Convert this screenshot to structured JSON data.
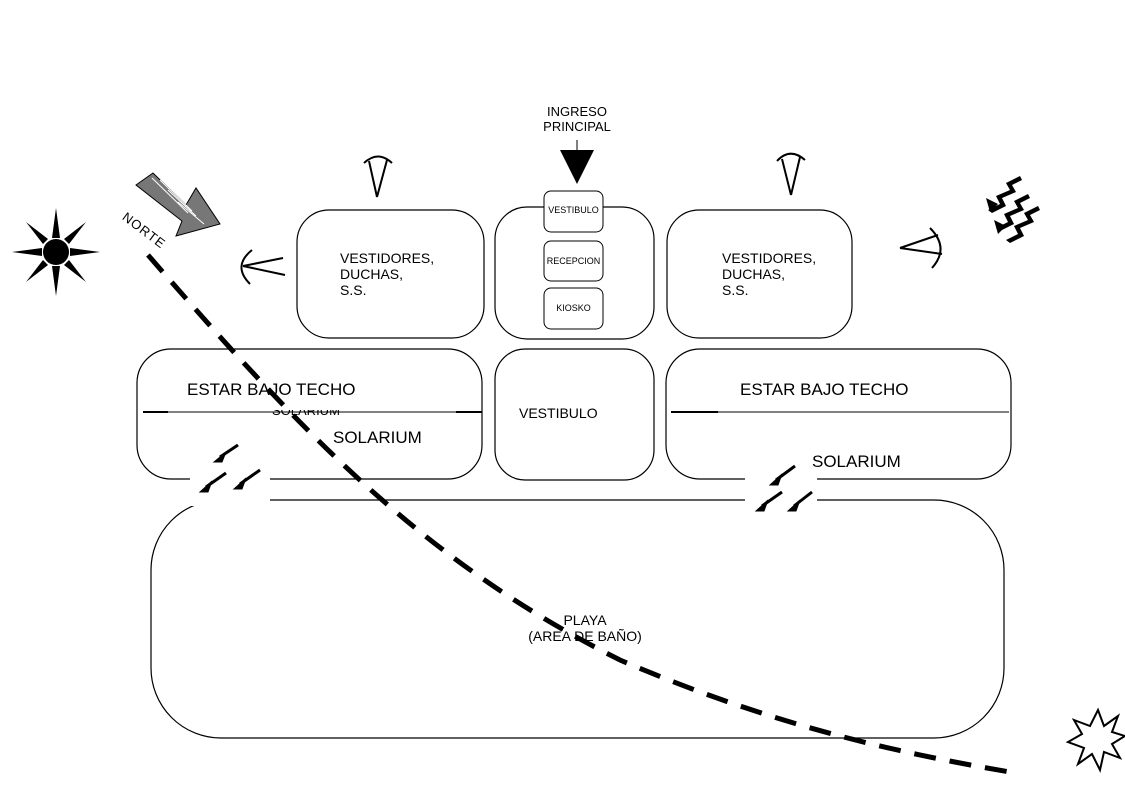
{
  "diagram": {
    "entrance": {
      "line1": "INGRESO",
      "line2": "PRINCIPAL"
    },
    "north_label": "NORTE",
    "rooms": {
      "dressing_left": {
        "line1": "VESTIDORES,",
        "line2": "DUCHAS,",
        "line3": "S.S."
      },
      "dressing_right": {
        "line1": "VESTIDORES,",
        "line2": "DUCHAS,",
        "line3": "S.S."
      },
      "vestibulo_small": "VESTIBULO",
      "recepcion": "RECEPCION",
      "kiosko": "KIOSKO",
      "estar_left": "ESTAR  BAJO TECHO",
      "solarium_left_hidden": "SOLARIUM",
      "solarium_left": "SOLARIUM",
      "vestibulo_center": "VESTIBULO",
      "estar_right": "ESTAR  BAJO TECHO",
      "solarium_right": "SOLARIUM",
      "playa_line1": "PLAYA",
      "playa_line2": "(AREA DE BAÑO)"
    },
    "icons": [
      "sun-icon",
      "north-arrow-icon",
      "view-eye-icon",
      "wind-icon",
      "sunset-icon",
      "breeze-arrow-icon",
      "sun-path-icon"
    ]
  }
}
